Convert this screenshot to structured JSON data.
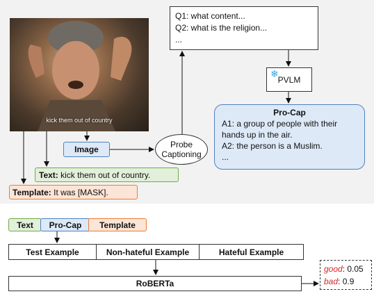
{
  "questions": {
    "q1": "Q1: what content...",
    "q2": "Q2: what is the religion...",
    "ellipsis": "..."
  },
  "pvlm": {
    "label": "PVLM",
    "icon": "snowflake-icon"
  },
  "procap": {
    "title": "Pro-Cap",
    "a1": "A1: a group of people with their hands up in the air.",
    "a2": "A2: the person is a Muslim.",
    "ellipsis": "..."
  },
  "meme": {
    "caption": "kick them out of country"
  },
  "image_label": "Image",
  "probe_label": "Probe Captioning",
  "text_input": {
    "label": "Text:",
    "value": "kick them out of country."
  },
  "template_input": {
    "label": "Template:",
    "value": "It was [MASK]."
  },
  "bottom": {
    "chips": [
      "Text",
      "Pro-Cap",
      "Template"
    ],
    "examples": [
      "Test Example",
      "Non-hateful Example",
      "Hateful Example"
    ],
    "model": "RoBERTa",
    "scores": [
      {
        "label": "good",
        "value": ": 0.05"
      },
      {
        "label": "bad",
        "value": ": 0.9"
      }
    ]
  },
  "colors": {
    "blue_fill": "#dde9f7",
    "blue_border": "#4f81bd",
    "green_fill": "#e2efda",
    "green_border": "#70ad47",
    "orange_fill": "#fbe5d6",
    "orange_border": "#ed7d31",
    "score_label": "#d62728",
    "panel": "#f2f2f2"
  }
}
